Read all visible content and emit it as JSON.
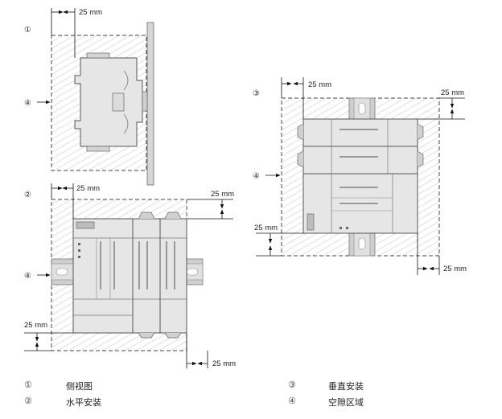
{
  "callouts": {
    "c1": "①",
    "c2": "②",
    "c3": "③",
    "c4": "④"
  },
  "dimensions": {
    "clearance": "25 mm"
  },
  "legend": [
    {
      "num": "①",
      "label": "侧视图"
    },
    {
      "num": "②",
      "label": "水平安装"
    },
    {
      "num": "③",
      "label": "垂直安装"
    },
    {
      "num": "④",
      "label": "空隙区域"
    }
  ],
  "colors": {
    "module_fill": "#e6e6e6",
    "module_stroke": "#555555",
    "rail_fill": "#cfcfcf",
    "hatch": "#bdbdbd",
    "border": "#444444"
  }
}
